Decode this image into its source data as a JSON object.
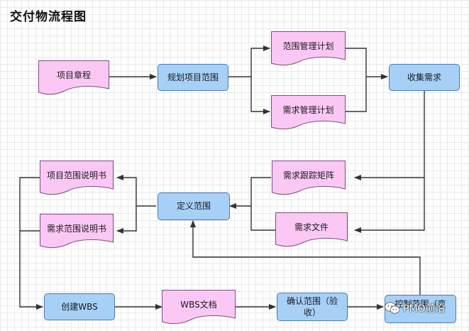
{
  "title": "交付物流程图",
  "nodes": {
    "charter": "项目章程",
    "plan_scope": "规划项目范围",
    "scope_plan": "范围管理计划",
    "req_plan": "需求管理计划",
    "collect": "收集需求",
    "trace_matrix": "需求跟踪矩阵",
    "req_doc": "需求文件",
    "define": "定义范围",
    "scope_statement": "项目范围说明书",
    "req_statement": "需求范围说明书",
    "create_wbs": "创建WBS",
    "wbs_doc": "WBS文档",
    "verify": "确认范围（验收）",
    "control": "控制范围（变"
  },
  "watermark": "PMO前沿",
  "colors": {
    "process_fill": "#a7d0f7",
    "process_border": "#4c7bab",
    "document_fill": "#fbc8f6",
    "document_border": "#7b4e7e",
    "arrow": "#333333"
  }
}
